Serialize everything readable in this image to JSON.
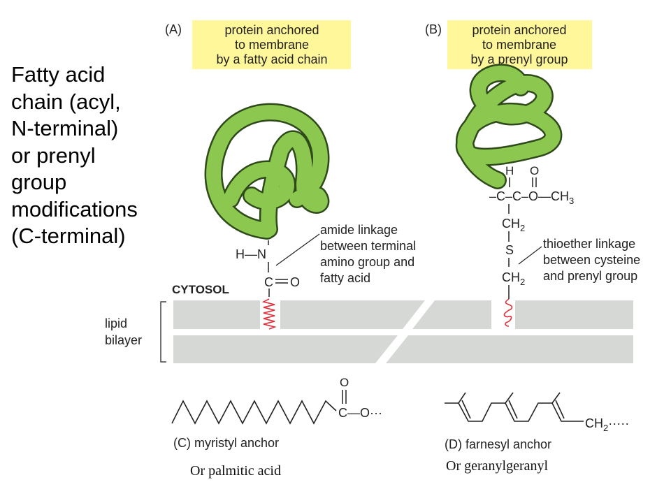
{
  "panels": {
    "a": {
      "letter": "(A)",
      "box_lines": [
        "protein anchored",
        "to membrane",
        "by a fatty acid chain"
      ]
    },
    "b": {
      "letter": "(B)",
      "box_lines": [
        "protein anchored",
        "to membrane",
        "by a prenyl group"
      ]
    }
  },
  "side_title_lines": [
    "Fatty acid",
    "chain (acyl,",
    "N-terminal)",
    "or prenyl",
    "group",
    "modifications",
    "(C-terminal)"
  ],
  "cytosol_label": "CYTOSOL",
  "bilayer_label": [
    "lipid",
    "bilayer"
  ],
  "amide": {
    "n_atom": "H—N",
    "c_atom": "C",
    "o_atom": "O",
    "note_lines": [
      "amide linkage",
      "between terminal",
      "amino group and",
      "fatty acid"
    ]
  },
  "thioether": {
    "h_atom": "H",
    "o_top": "O",
    "chain_row": "–C–C–O—CH",
    "chain_sub": "3",
    "ch2_upper": "CH",
    "ch2_upper_sub": "2",
    "s_atom": "S",
    "ch2_lower": "CH",
    "ch2_lower_sub": "2",
    "note_lines": [
      "thioether linkage",
      "between cysteine",
      "and prenyl group"
    ]
  },
  "myristyl": {
    "o_top": "O",
    "c_o": "C—O···",
    "label": "(C)  myristyl anchor",
    "caption": "Or palmitic acid"
  },
  "farnesyl": {
    "tail": "CH",
    "tail_sub": "2",
    "tail_dots": "·····",
    "label": "(D)  farnesyl anchor",
    "caption": "Or geranylgeranyl"
  },
  "colors": {
    "protein_fill": "#8cc850",
    "protein_stroke": "#2f4a1a",
    "label_box": "#fff799",
    "membrane": "#d6d8d6",
    "anchor_red": "#e0303a"
  }
}
